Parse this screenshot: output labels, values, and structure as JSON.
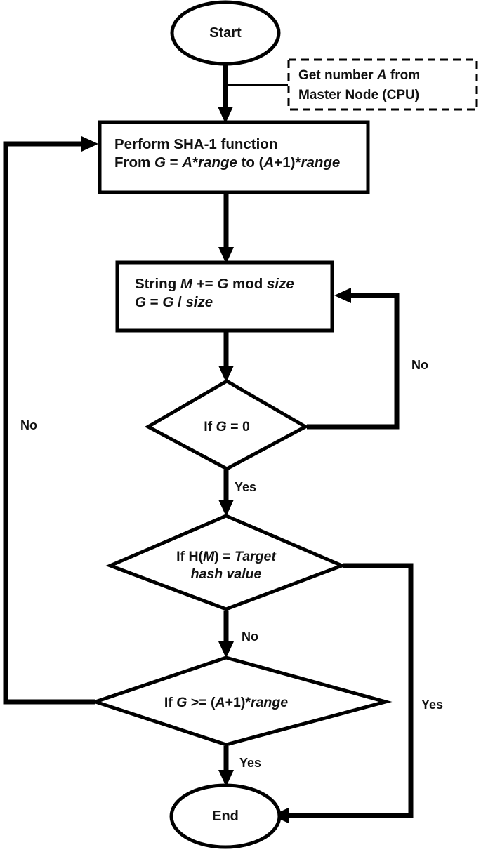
{
  "diagram": {
    "title": "SHA-1 brute force search flowchart",
    "colors": {
      "stroke": "#000000",
      "fill": "#ffffff",
      "text": "#111111"
    },
    "nodes": {
      "start": {
        "type": "terminal",
        "label": "Start"
      },
      "annotation_get_number": {
        "type": "annotation",
        "line1_pre": "Get number ",
        "line1_var": "A",
        "line1_post": " from",
        "line2": "Master Node (CPU)"
      },
      "process_sha1": {
        "type": "process",
        "line1": "Perform SHA-1 function",
        "line2_parts": [
          {
            "text": "From ",
            "style": "normal"
          },
          {
            "text": "G",
            "style": "italic"
          },
          {
            "text": " = ",
            "style": "normal"
          },
          {
            "text": "A",
            "style": "italic"
          },
          {
            "text": "*",
            "style": "normal"
          },
          {
            "text": "range",
            "style": "italic"
          },
          {
            "text": " to (",
            "style": "normal"
          },
          {
            "text": "A",
            "style": "italic"
          },
          {
            "text": "+1)*",
            "style": "normal"
          },
          {
            "text": "range",
            "style": "italic"
          }
        ]
      },
      "process_string": {
        "type": "process",
        "line1_parts": [
          {
            "text": "String ",
            "style": "normal"
          },
          {
            "text": "M",
            "style": "italic"
          },
          {
            "text": " += ",
            "style": "normal"
          },
          {
            "text": "G",
            "style": "italic"
          },
          {
            "text": " mod ",
            "style": "normal"
          },
          {
            "text": "size",
            "style": "italic"
          }
        ],
        "line2_parts": [
          {
            "text": "G",
            "style": "italic"
          },
          {
            "text": " = ",
            "style": "normal"
          },
          {
            "text": "G",
            "style": "italic"
          },
          {
            "text": " / ",
            "style": "normal"
          },
          {
            "text": "size",
            "style": "italic"
          }
        ]
      },
      "decision_g_zero": {
        "type": "decision",
        "line1_parts": [
          {
            "text": "If ",
            "style": "normal"
          },
          {
            "text": "G",
            "style": "italic"
          },
          {
            "text": " = 0",
            "style": "normal"
          }
        ]
      },
      "decision_hash_match": {
        "type": "decision",
        "line1_parts": [
          {
            "text": "If H(",
            "style": "normal"
          },
          {
            "text": "M",
            "style": "italic"
          },
          {
            "text": ") = ",
            "style": "normal"
          },
          {
            "text": "Target",
            "style": "italic"
          }
        ],
        "line2_parts": [
          {
            "text": "hash value",
            "style": "italic"
          }
        ]
      },
      "decision_range_end": {
        "type": "decision",
        "line1_parts": [
          {
            "text": "If ",
            "style": "normal"
          },
          {
            "text": "G",
            "style": "italic"
          },
          {
            "text": " >= (",
            "style": "normal"
          },
          {
            "text": "A",
            "style": "italic"
          },
          {
            "text": "+1)*",
            "style": "normal"
          },
          {
            "text": "range",
            "style": "italic"
          }
        ]
      },
      "end": {
        "type": "terminal",
        "label": "End"
      }
    },
    "edge_labels": {
      "loop_left_no": "No",
      "g_zero_no": "No",
      "g_zero_yes": "Yes",
      "hash_no": "No",
      "hash_yes": "Yes",
      "range_yes": "Yes"
    }
  }
}
